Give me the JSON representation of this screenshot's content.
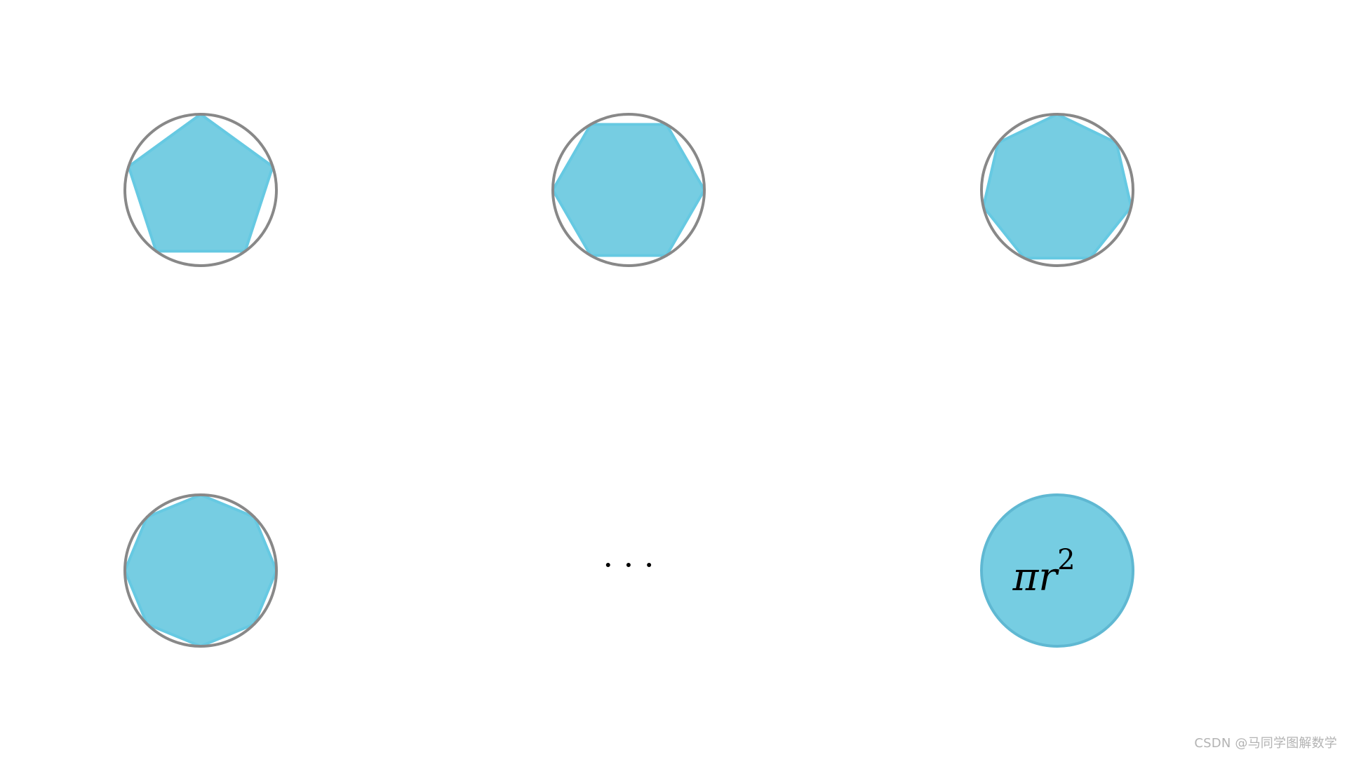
{
  "figure": {
    "colors": {
      "circle_outline": "#888888",
      "polygon_fill": "#76cde2",
      "polygon_stroke": "#66c9e2",
      "disk_stroke": "#5fb8d2",
      "text": "#000000",
      "background": "#ffffff"
    },
    "shapes": [
      {
        "name": "pentagon-inscribed",
        "kind": "polygon",
        "sides": 5
      },
      {
        "name": "hexagon-inscribed",
        "kind": "polygon",
        "sides": 6
      },
      {
        "name": "heptagon-inscribed",
        "kind": "polygon",
        "sides": 7
      },
      {
        "name": "octagon-inscribed",
        "kind": "polygon",
        "sides": 8
      },
      {
        "name": "ellipsis",
        "kind": "ellipsis"
      },
      {
        "name": "filled-circle",
        "kind": "disk"
      }
    ],
    "ellipsis_text": "· · ·",
    "formula": {
      "main": "πr",
      "superscript": "2"
    }
  },
  "watermark": "CSDN @马同学图解数学"
}
